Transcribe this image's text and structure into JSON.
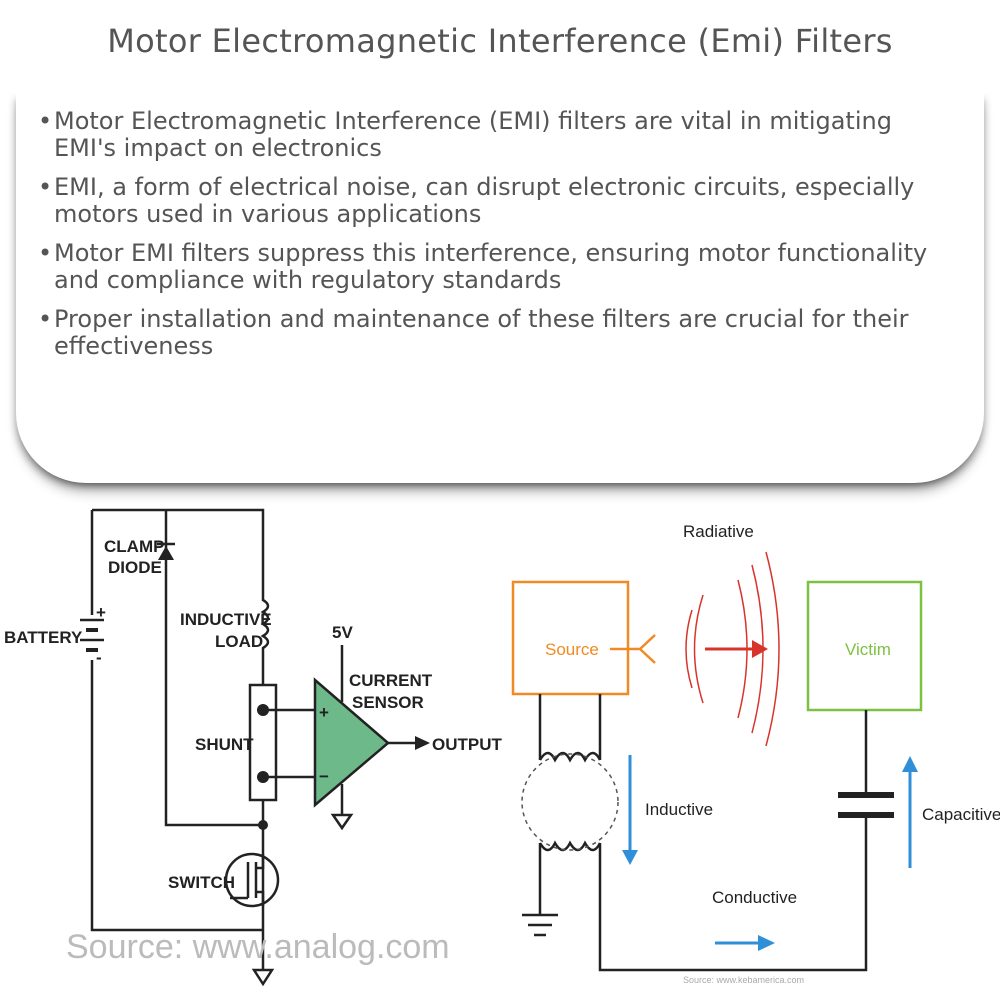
{
  "title": "Motor Electromagnetic Interference (Emi) Filters",
  "bullets": [
    "Motor Electromagnetic Interference (EMI) filters are vital in mitigating EMI's impact on electronics",
    "EMI, a form of electrical noise, can disrupt electronic circuits, especially motors used in various applications",
    "Motor EMI filters suppress this interference, ensuring motor functionality and compliance with regulatory standards",
    "Proper installation and maintenance of these filters are crucial for their effectiveness"
  ],
  "left_diagram": {
    "battery": "BATTERY",
    "plus": "+",
    "minus": "-",
    "clamp": "CLAMP",
    "diode": "DIODE",
    "inductive": "INDUCTIVE",
    "load": "LOAD",
    "v5": "5V",
    "current": "CURRENT",
    "sensor": "SENSOR",
    "shunt": "SHUNT",
    "output": "OUTPUT",
    "switch": "SWITCH",
    "amp_plus": "+",
    "amp_minus": "−",
    "source_credit": "Source: www.analog.com"
  },
  "right_diagram": {
    "radiative": "Radiative",
    "source": "Source",
    "victim": "Victim",
    "inductive": "Inductive",
    "capacitive": "Capacitive",
    "conductive": "Conductive",
    "source_credit": "Source: www.kebamerica.com",
    "colors": {
      "source": "#f08a24",
      "victim": "#7cc142",
      "arrow_red": "#d9342b",
      "arrow_blue": "#2f8fd8"
    }
  }
}
